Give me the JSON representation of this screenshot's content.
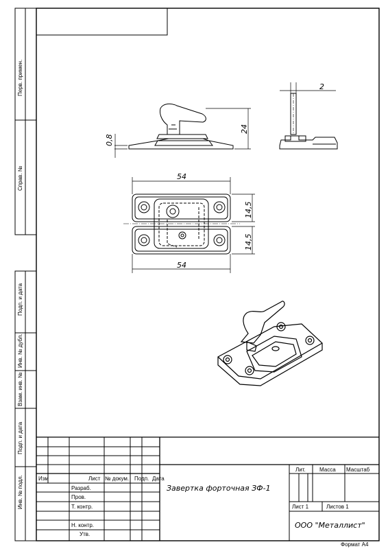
{
  "side_columns": {
    "perv_primen": "Перв. примен.",
    "sprav_no": "Справ. №",
    "podp_data_1": "Подп. и дата",
    "inv_dubl": "Инв. № дубл.",
    "vzam_inv": "Взам. инв. №",
    "podp_data_2": "Подп. и дата",
    "inv_podl": "Инв. № подл."
  },
  "dimensions": {
    "side_thickness": "2",
    "front_thickness": "0,8",
    "height": "24",
    "width_top": "54",
    "width_bottom": "54",
    "half_top": "14,5",
    "half_bottom": "14,5"
  },
  "title_block": {
    "col_izm": "Изм",
    "col_list": "Лист",
    "col_dokum": "№ докум.",
    "col_podp": "Подп.",
    "col_data": "Дата",
    "row_razrab": "Разраб.",
    "row_prov": "Пров.",
    "row_tkontr": "Т. контр.",
    "row_nkontr": "Н. контр.",
    "row_utv": "Утв.",
    "product_name": "Завертка форточная ЗФ-1",
    "col_lit": "Лит.",
    "col_massa": "Масса",
    "col_masshtab": "Масштаб",
    "sheet": "Лист 1",
    "sheets": "Листов 1",
    "organization": "ООО \"Металлист\"",
    "format": "Формат А4"
  }
}
